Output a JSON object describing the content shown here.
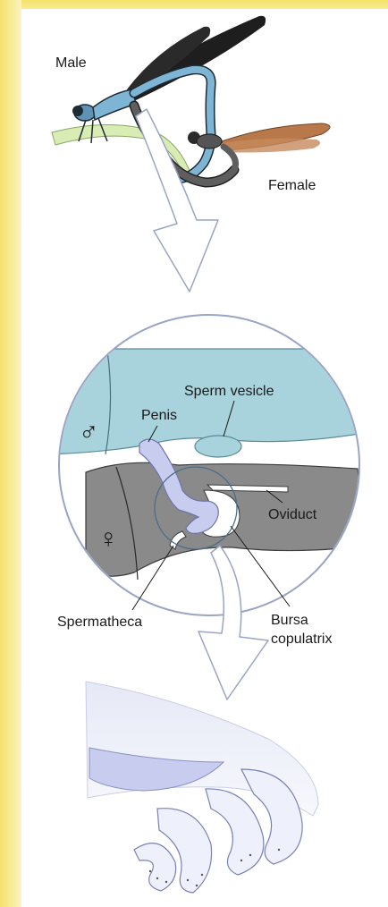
{
  "labels": {
    "male": "Male",
    "female": "Female",
    "sperm_vesicle": "Sperm vesicle",
    "penis": "Penis",
    "oviduct": "Oviduct",
    "spermatheca": "Spermatheca",
    "bursa_line1": "Bursa",
    "bursa_line2": "copulatrix",
    "male_symbol": "♂",
    "female_symbol": "♀"
  },
  "colors": {
    "frame_yellow": "#f4e26c",
    "male_blue": "#7fb5d4",
    "male_tissue": "#a9d3dc",
    "female_tissue": "#8a8a8a",
    "penis_lavender": "#c8cdf0",
    "female_wing": "#b8784a",
    "male_wing": "#1e1e1e"
  },
  "icons": {
    "male": "male-symbol-icon",
    "female": "female-symbol-icon"
  }
}
